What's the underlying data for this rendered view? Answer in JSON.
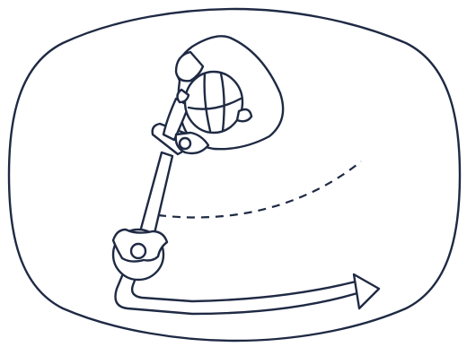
{
  "illustration": {
    "subject": "person-using-string-trimmer-top-view",
    "icons": [
      "frame-outline",
      "operator-figure",
      "trimmer-shaft",
      "trimmer-head",
      "cut-arc-dashed",
      "motion-arrow"
    ],
    "colors": {
      "ink": "#1f2a44",
      "background": "#ffffff"
    }
  }
}
